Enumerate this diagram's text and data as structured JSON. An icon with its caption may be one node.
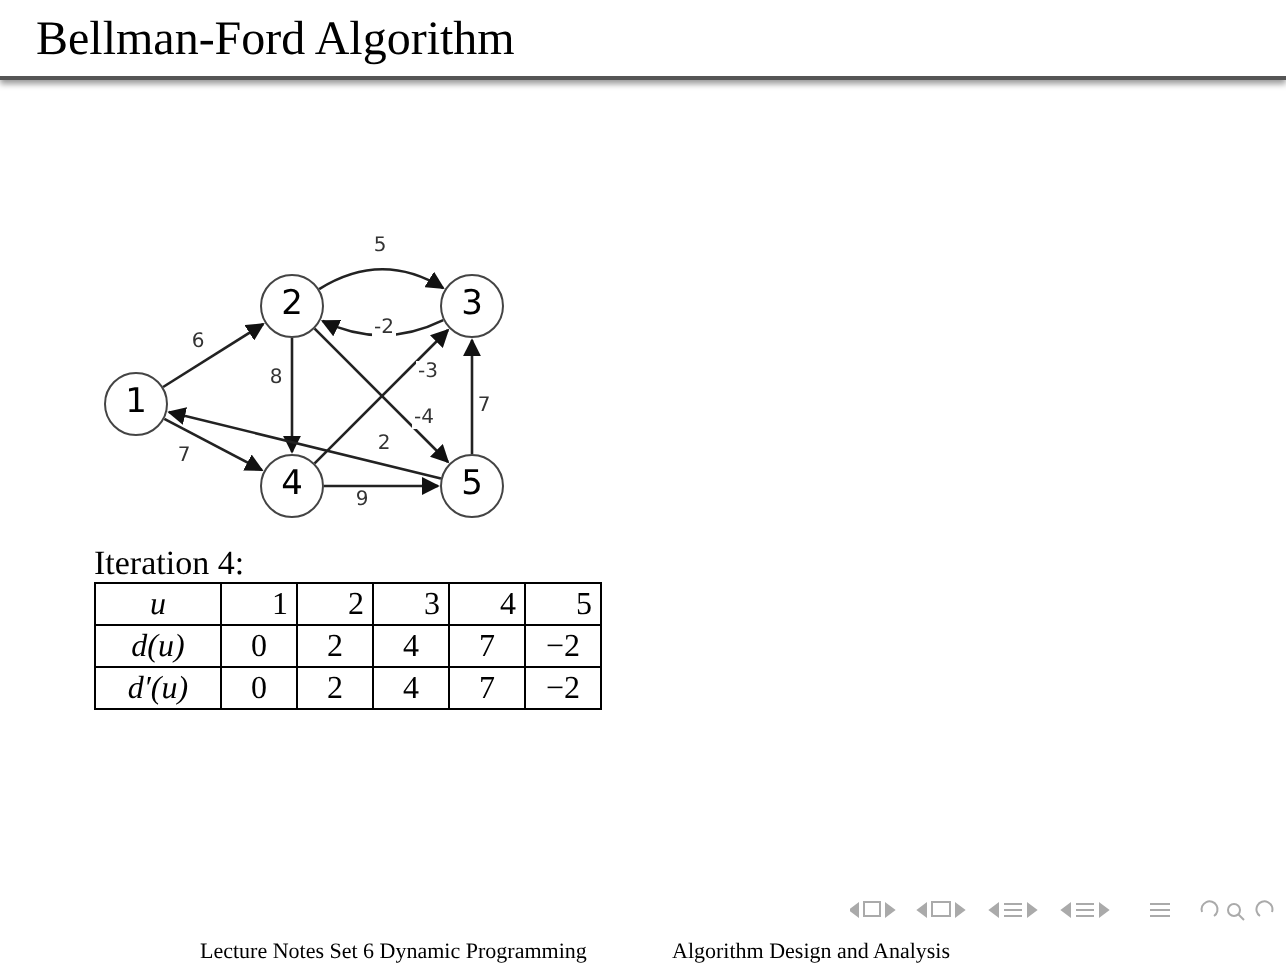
{
  "diagram": {
    "title": "Bellman-Ford Algorithm",
    "nodes": [
      {
        "text": [
          "1"
        ]
      },
      {
        "text": [
          "2"
        ]
      },
      {
        "text": [
          "3"
        ]
      },
      {
        "text": [
          "4"
        ]
      },
      {
        "text": [
          "5"
        ]
      }
    ],
    "edges": [
      {
        "from": 0,
        "to": 1,
        "arrow": "to",
        "label": "6"
      },
      {
        "from": 0,
        "to": 3,
        "arrow": "to",
        "label": "7"
      },
      {
        "from": 1,
        "to": 2,
        "arrow": "to",
        "label": "5"
      },
      {
        "from": 2,
        "to": 1,
        "arrow": "to",
        "label": "-2"
      },
      {
        "from": 1,
        "to": 3,
        "arrow": "to",
        "label": "8"
      },
      {
        "from": 3,
        "to": 2,
        "arrow": "to",
        "label": "-3"
      },
      {
        "from": 1,
        "to": 4,
        "arrow": "to",
        "label": "-4"
      },
      {
        "from": 4,
        "to": 0,
        "arrow": "to",
        "label": "2"
      },
      {
        "from": 3,
        "to": 4,
        "arrow": "to",
        "label": "9"
      },
      {
        "from": 4,
        "to": 2,
        "arrow": "to",
        "label": "7"
      }
    ],
    "labels": [
      "Iteration 4:",
      "u",
      "1",
      "2",
      "3",
      "4",
      "5",
      "d(u)",
      "0",
      "2",
      "4",
      "7",
      "−2",
      "d′(u)",
      "0",
      "2",
      "4",
      "7",
      "−2",
      "Lecture Notes Set 6 Dynamic Programming",
      "Algorithm Design and Analysis"
    ]
  }
}
